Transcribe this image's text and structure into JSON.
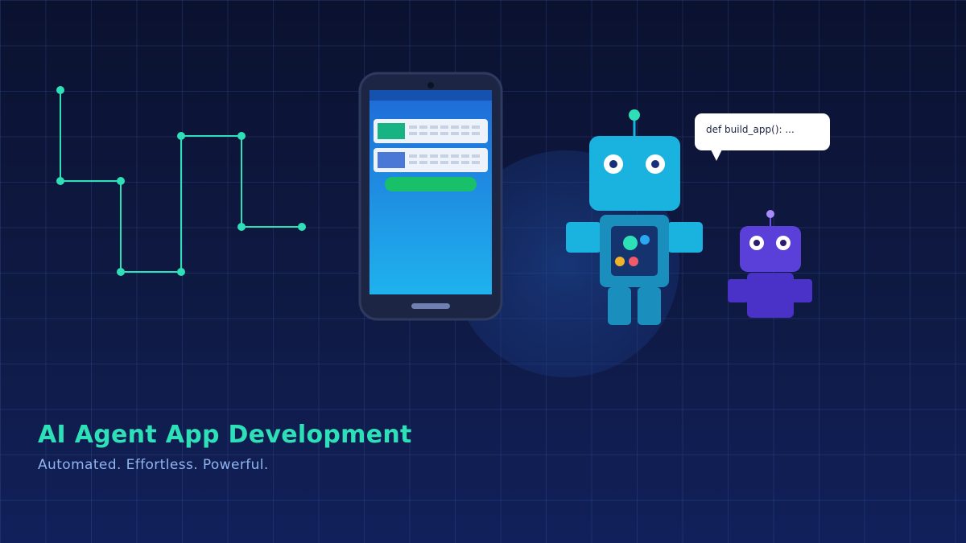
{
  "hero": {
    "title": "AI Agent App Development",
    "subtitle": "Automated. Effortless. Powerful."
  },
  "robot": {
    "speech": "def build_app(): ..."
  },
  "colors": {
    "accent": "#2ee0b8",
    "subtitle": "#8fb4f0",
    "robot_main": "#1ab3e0",
    "robot_secondary": "#5b3fd9",
    "phone_button": "#18c06a"
  },
  "icons": [
    "circuit-trace-icon",
    "smartphone-icon",
    "robot-icon",
    "small-robot-icon",
    "speech-bubble-icon"
  ]
}
